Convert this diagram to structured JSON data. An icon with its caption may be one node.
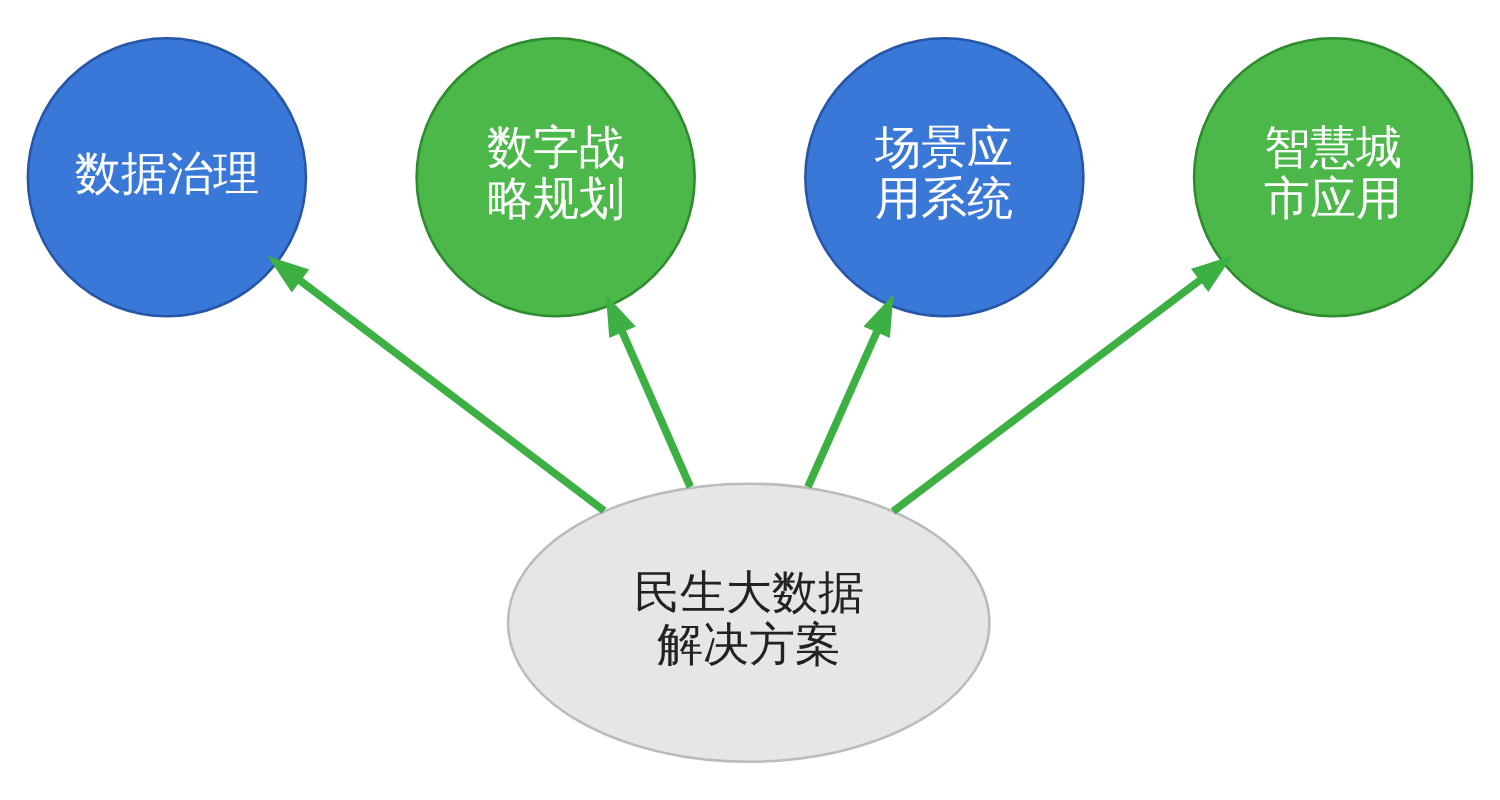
{
  "diagram": {
    "nodes": [
      {
        "text": [
          "数字战略规划"
        ]
      },
      {
        "text": [
          "场景应用系统"
        ]
      },
      {
        "text": [
          "数据治理"
        ]
      },
      {
        "text": [
          "智慧城市应用"
        ]
      },
      {
        "text": [
          "民生大数据解决方案"
        ]
      }
    ],
    "edges": [
      {
        "from": 4,
        "to": 2,
        "arrow": "to"
      },
      {
        "from": 4,
        "to": 0,
        "arrow": "to"
      },
      {
        "from": 4,
        "to": 1,
        "arrow": "to"
      },
      {
        "from": 4,
        "to": 3,
        "arrow": "to"
      }
    ]
  }
}
